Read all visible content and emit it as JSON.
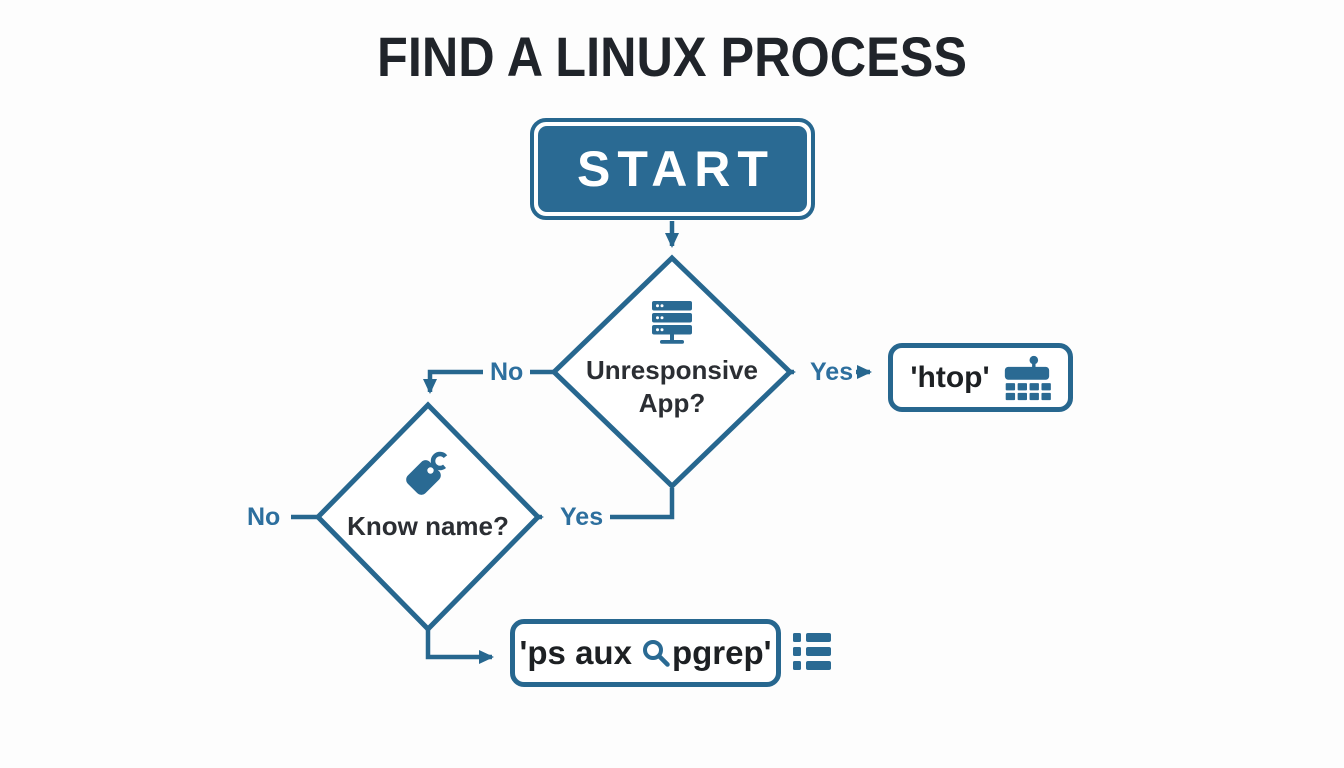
{
  "title": "FIND A LINUX PROCESS",
  "colors": {
    "line_blue": "#27678f",
    "fill_blue": "#2a6a93",
    "label_blue": "#2d6f9e",
    "text_dark": "#2b2e33"
  },
  "flowchart": {
    "start": {
      "label": "START"
    },
    "decision_unresponsive": {
      "question": "Unresponsive App?",
      "icon": "server-icon"
    },
    "decision_know_name": {
      "question": "Know name?",
      "icon": "tag-icon"
    },
    "result_htop": {
      "label": "'htop'",
      "icon": "process-grid-icon"
    },
    "result_ps": {
      "label_prefix": "'ps aux",
      "label_suffix": "pgrep'",
      "icon": "magnifier-icon",
      "side_icon": "list-icon"
    },
    "edges": {
      "unresponsive_yes": "Yes",
      "unresponsive_no": "No",
      "know_name_yes": "Yes",
      "know_name_no": "No"
    }
  }
}
